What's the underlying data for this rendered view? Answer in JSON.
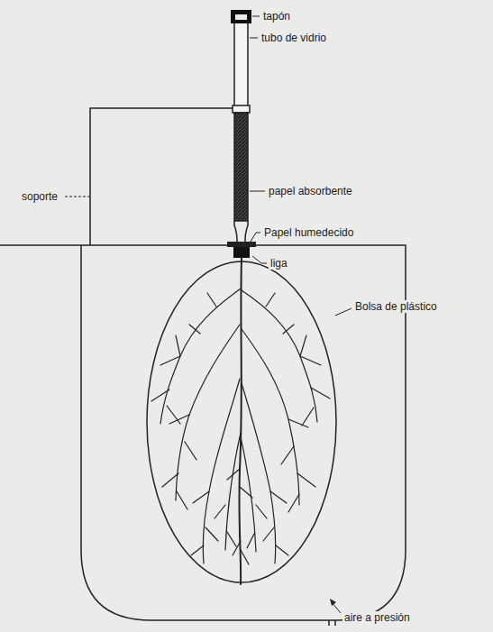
{
  "diagram": {
    "labels": [
      "tapón",
      "tubo de vidrio",
      "soporte",
      "papel absorbente",
      "Papel humedecido",
      "liga",
      "Bolsa de plástico",
      "aire a presión"
    ]
  }
}
